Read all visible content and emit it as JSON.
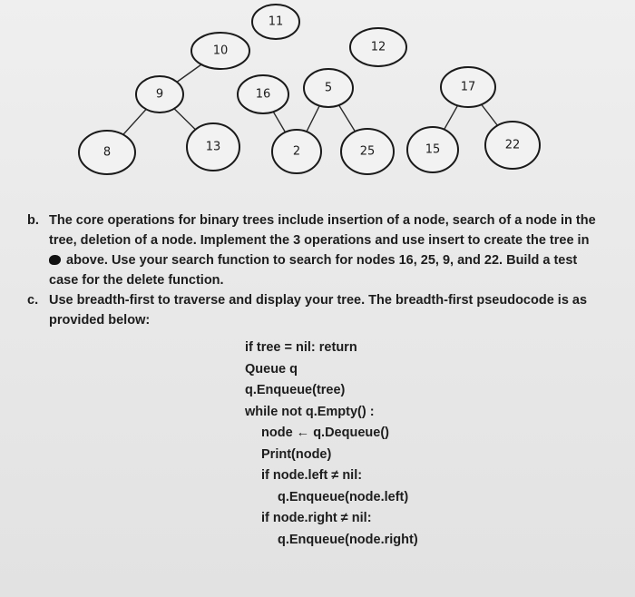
{
  "tree": {
    "nodes": [
      {
        "id": "n11",
        "label": "11"
      },
      {
        "id": "n10",
        "label": "10"
      },
      {
        "id": "n12",
        "label": "12"
      },
      {
        "id": "n9",
        "label": "9"
      },
      {
        "id": "n16",
        "label": "16"
      },
      {
        "id": "n5",
        "label": "5"
      },
      {
        "id": "n17",
        "label": "17"
      },
      {
        "id": "n8",
        "label": "8"
      },
      {
        "id": "n13",
        "label": "13"
      },
      {
        "id": "n2",
        "label": "2"
      },
      {
        "id": "n25",
        "label": "25"
      },
      {
        "id": "n15",
        "label": "15"
      },
      {
        "id": "n22",
        "label": "22"
      }
    ],
    "edges": [
      [
        "n10",
        "n9"
      ],
      [
        "n9",
        "n8"
      ],
      [
        "n9",
        "n13"
      ],
      [
        "n16",
        "n2"
      ],
      [
        "n5",
        "n2"
      ],
      [
        "n5",
        "n25"
      ],
      [
        "n17",
        "n15"
      ],
      [
        "n17",
        "n22"
      ]
    ]
  },
  "question_b": {
    "marker": "b.",
    "lines": [
      "The core operations for binary trees include insertion of a node, search of a node in the",
      "tree, deletion of a node. Implement the 3 operations and use insert to create the tree in",
      "above. Use your search function to search for nodes 16, 25, 9, and 22. Build a test",
      "case for the delete function."
    ]
  },
  "question_c": {
    "marker": "c.",
    "lines": [
      "Use breadth-first to traverse and display your tree. The breadth-first pseudocode is as",
      "provided below:"
    ]
  },
  "pseudocode": [
    {
      "indent": 0,
      "text": "if tree = nil: return"
    },
    {
      "indent": 0,
      "text": "Queue q"
    },
    {
      "indent": 0,
      "text": "q.Enqueue(tree)"
    },
    {
      "indent": 0,
      "text": "while not q.Empty() :"
    },
    {
      "indent": 1,
      "text": "node ← q.Dequeue()"
    },
    {
      "indent": 1,
      "text": "Print(node)"
    },
    {
      "indent": 1,
      "text": "if node.left ≠ nil:"
    },
    {
      "indent": 2,
      "text": "q.Enqueue(node.left)"
    },
    {
      "indent": 1,
      "text": "if node.right ≠ nil:"
    },
    {
      "indent": 2,
      "text": "q.Enqueue(node.right)"
    }
  ]
}
